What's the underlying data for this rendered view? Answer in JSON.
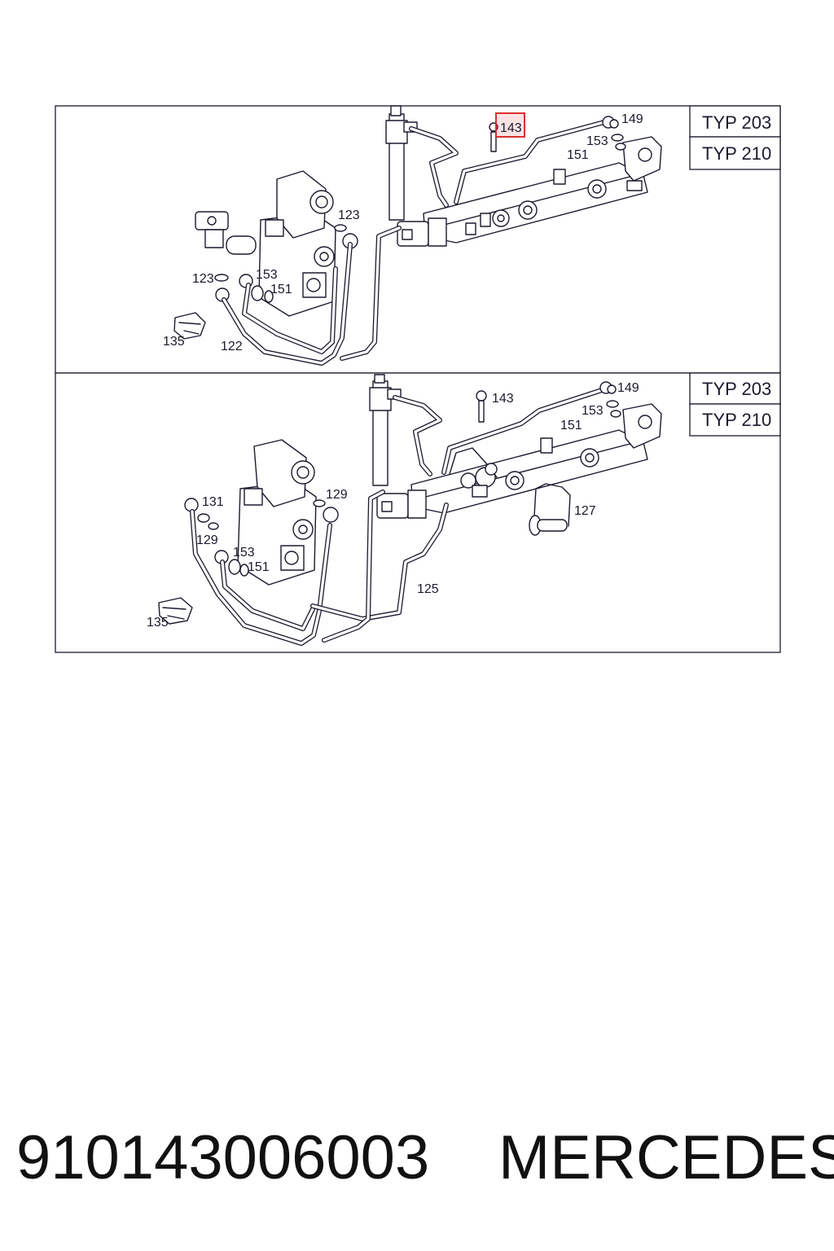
{
  "caption": {
    "part_number": "910143006003",
    "brand": "MERCEDES"
  },
  "panels": [
    {
      "typ_labels": [
        "TYP 203",
        "TYP 210"
      ],
      "callouts": {
        "c143": "143",
        "c149": "149",
        "c153a": "153",
        "c151a": "151",
        "c123a": "123",
        "c123b": "123",
        "c153b": "153",
        "c151b": "151",
        "c135": "135",
        "c122": "122"
      },
      "highlighted_callout": "143"
    },
    {
      "typ_labels": [
        "TYP 203",
        "TYP 210"
      ],
      "callouts": {
        "c143": "143",
        "c149": "149",
        "c153a": "153",
        "c151a": "151",
        "c131": "131",
        "c129a": "129",
        "c129b": "129",
        "c153b": "153",
        "c151b": "151",
        "c127": "127",
        "c125": "125",
        "c135": "135"
      }
    }
  ],
  "colors": {
    "line": "#1a1a2e",
    "highlight": "#d8312f"
  }
}
